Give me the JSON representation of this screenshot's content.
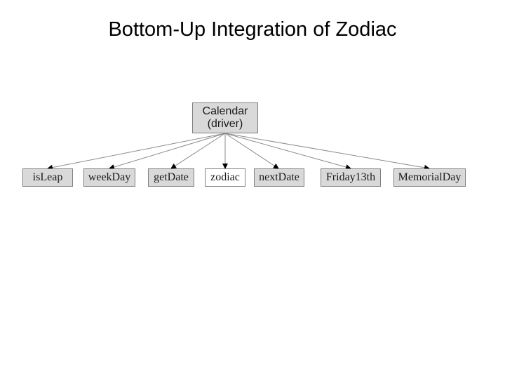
{
  "title": "Bottom-Up Integration of Zodiac",
  "colors": {
    "node_fill": "#d9d9d9",
    "highlight_fill": "#ffffff",
    "border": "#808080",
    "edge": "#8c8c8c",
    "arrowhead": "#000000"
  },
  "root": {
    "line1": "Calendar",
    "line2": "(driver)"
  },
  "leaves": [
    {
      "label": "isLeap",
      "highlighted": false
    },
    {
      "label": "weekDay",
      "highlighted": false
    },
    {
      "label": "getDate",
      "highlighted": false
    },
    {
      "label": "zodiac",
      "highlighted": true
    },
    {
      "label": "nextDate",
      "highlighted": false
    },
    {
      "label": "Friday13th",
      "highlighted": false
    },
    {
      "label": "MemorialDay",
      "highlighted": false
    }
  ]
}
